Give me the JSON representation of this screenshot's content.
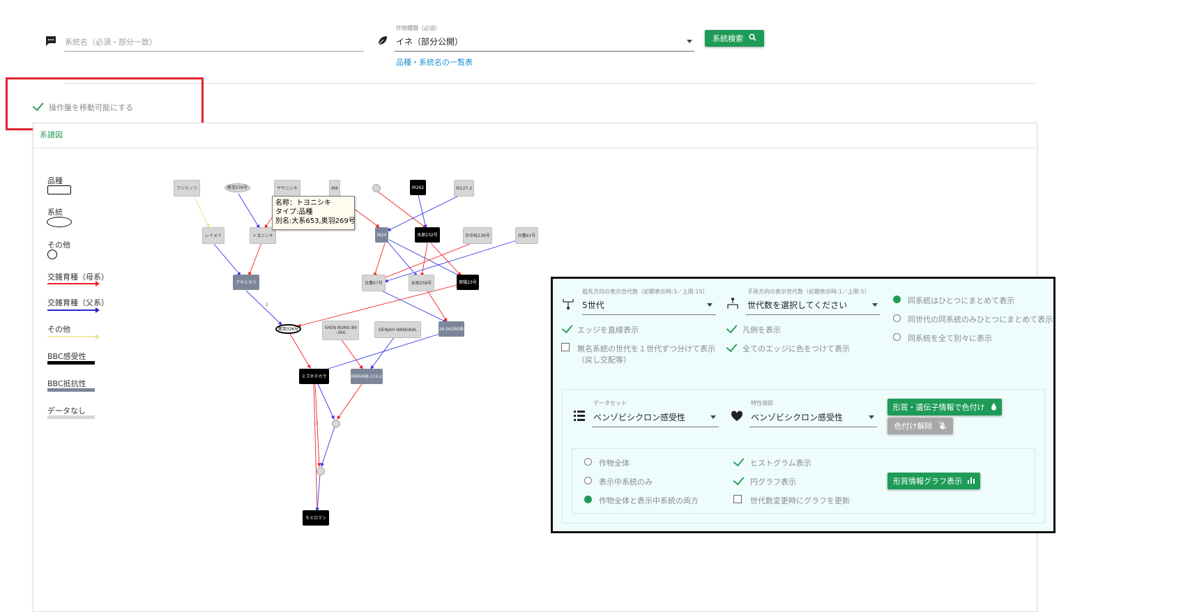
{
  "search": {
    "name_placeholder": "系統名（必須・部分一致）",
    "crop_label": "作物種類（必須）",
    "crop_value": "イネ（部分公開）",
    "search_button": "系統検索",
    "list_link": "品種・系統名の一覧表"
  },
  "movable_toggle": "操作盤を移動可能にする",
  "panel_title": "系譜図",
  "legend": {
    "variety": "品種",
    "line": "系統",
    "other": "その他",
    "cross_female": "交雑育種（母系）",
    "cross_male": "交雑育種（父系）",
    "other_edge": "その他",
    "bbc_sus": "BBC感受性",
    "bbc_res": "BBC抵抗性",
    "no_data": "データなし"
  },
  "graph": {
    "nodes": {
      "n1": "フジミノリ",
      "n2": "奥羽239号",
      "n3": "ササニシキ",
      "n4": "IR8",
      "n5": "IR262",
      "n6": "IR127-2",
      "n7": "レイメイ",
      "n8": "トヨニシキ",
      "n9": "IR24",
      "n10": "水原232号",
      "n11": "台中秈139号",
      "n12": "台農61号",
      "n13": "アキヒカリ",
      "n14": "台農67号",
      "n15": "水原258号",
      "n16": "密陽23号",
      "n17": "奥羽326号",
      "n18": "SHEN NUNG 89 -366",
      "n19": "GENJAH WANGKAL",
      "n20": "26.SH280系",
      "n21": "ミズホチカラ",
      "n22": "IR65698-112-2",
      "n23": "モミロマン"
    },
    "edge_labels": {
      "e1": "2",
      "e2": "2"
    }
  },
  "tooltip": {
    "name": "名称：トヨニシキ",
    "type": "タイプ:品種",
    "alias": "別名:大系653,奥羽269号"
  },
  "control": {
    "ancestor_label": "祖先方向の表示世代数（初期表示時:3／上限:15）",
    "ancestor_value": "5世代",
    "descendant_label": "子孫方向の表示世代数（初期表示時:1／上限:5）",
    "descendant_value": "世代数を選択してください",
    "group_opt1": "同系統はひとつにまとめて表示",
    "group_opt2": "同世代の同系統のみひとつにまとめて表示",
    "group_opt3": "同系統を全て別々に表示",
    "straight_edges": "エッジを直線表示",
    "show_legend": "凡例を表示",
    "unnamed_split_1": "無名系統の世代を１世代ずつ分けて表示",
    "unnamed_split_2": "（戻し交配等）",
    "color_all_edges": "全てのエッジに色をつけて表示",
    "dataset_label": "データセット",
    "dataset_value": "ベンゾビシクロン感受性",
    "trait_label": "特性項目",
    "trait_value": "ベンゾビシクロン感受性",
    "color_button": "形質・遺伝子情報で色付け",
    "uncolor_button": "色付け解除",
    "scope_all": "作物全体",
    "scope_shown": "表示中系統のみ",
    "scope_both": "作物全体と表示中系統の両方",
    "histogram": "ヒストグラム表示",
    "pie": "円グラフ表示",
    "update_on_change": "世代数変更時にグラフを更新",
    "graph_button": "形質情報グラフ表示"
  },
  "colors": {
    "accent_green": "#1e9b57",
    "highlight_red": "#e0242f",
    "edge_female": "#f02020",
    "edge_male": "#3030f0",
    "edge_other": "#e8e48a",
    "panel_bg": "#eefcfc"
  }
}
